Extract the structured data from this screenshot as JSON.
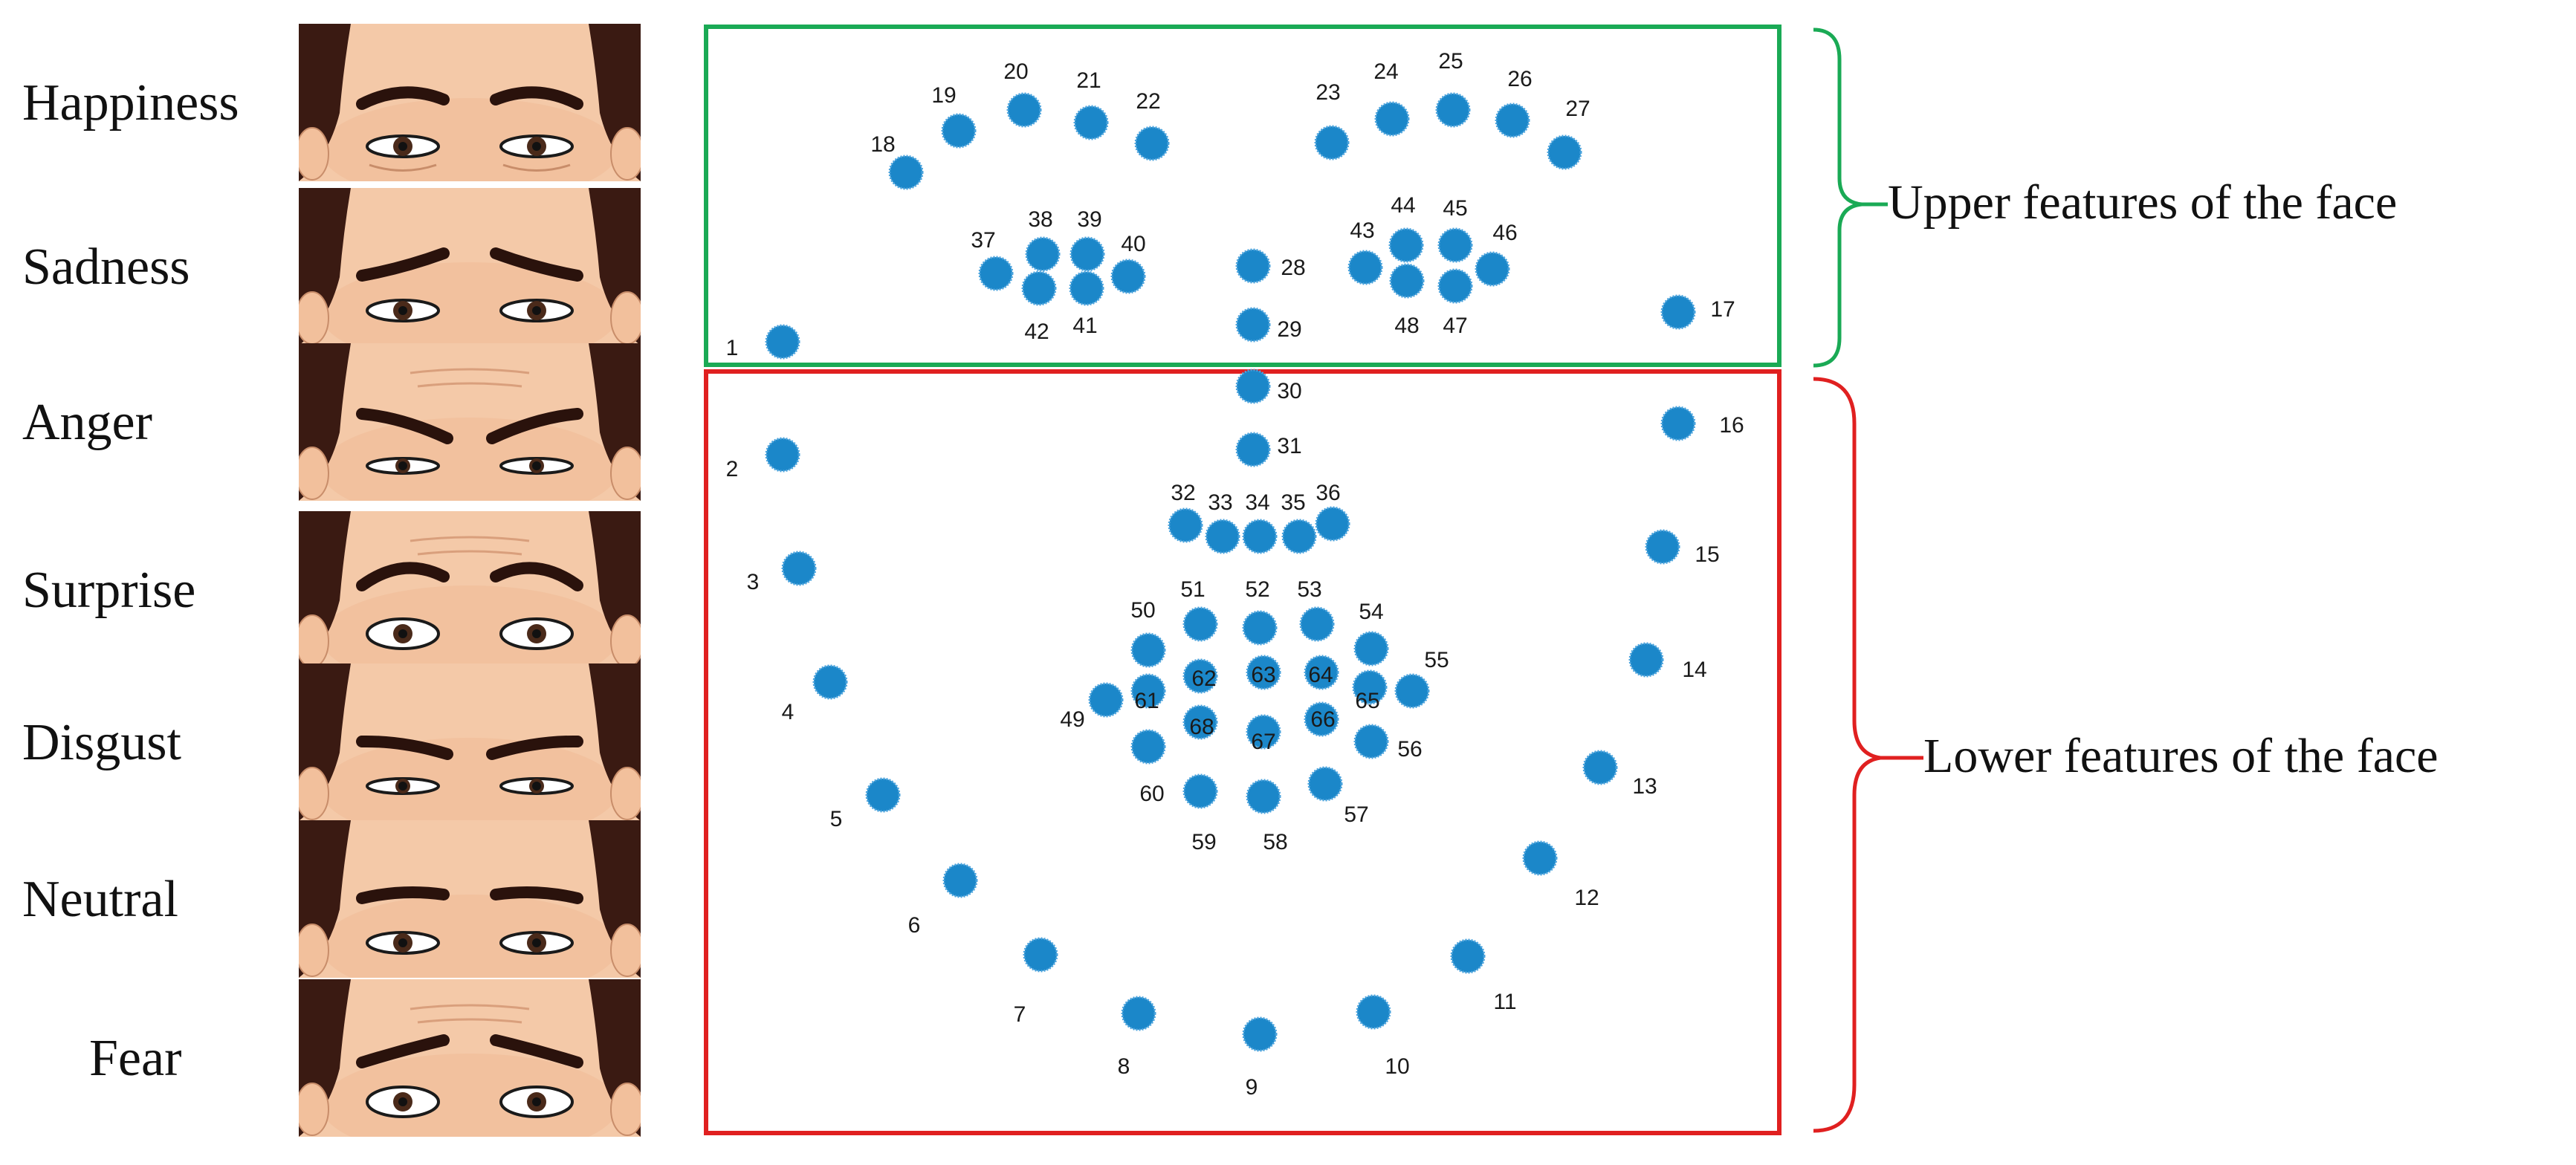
{
  "emotions": [
    {
      "label": "Happiness",
      "brow": "raised",
      "eye": "smile"
    },
    {
      "label": "Sadness",
      "brow": "sad",
      "eye": "normal"
    },
    {
      "label": "Anger",
      "brow": "angry",
      "eye": "narrow"
    },
    {
      "label": "Surprise",
      "brow": "high",
      "eye": "wide"
    },
    {
      "label": "Disgust",
      "brow": "furrow",
      "eye": "narrow"
    },
    {
      "label": "Neutral",
      "brow": "flat",
      "eye": "normal"
    },
    {
      "label": "Fear",
      "brow": "worried",
      "eye": "wide"
    }
  ],
  "regions": {
    "upper": {
      "label": "Upper features of the face",
      "color": "#1aaa55"
    },
    "lower": {
      "label": "Lower features of the face",
      "color": "#e02020"
    }
  },
  "colors": {
    "landmark": "#1b87c9",
    "skin": "#f4c9a8",
    "hair": "#3a1a12",
    "brow": "#2a120c"
  },
  "landmarks": [
    "1",
    "2",
    "3",
    "4",
    "5",
    "6",
    "7",
    "8",
    "9",
    "10",
    "11",
    "12",
    "13",
    "14",
    "15",
    "16",
    "17",
    "18",
    "19",
    "20",
    "21",
    "22",
    "23",
    "24",
    "25",
    "26",
    "27",
    "28",
    "29",
    "30",
    "31",
    "32",
    "33",
    "34",
    "35",
    "36",
    "37",
    "38",
    "39",
    "40",
    "41",
    "42",
    "43",
    "44",
    "45",
    "46",
    "47",
    "48",
    "49",
    "50",
    "51",
    "52",
    "53",
    "54",
    "55",
    "56",
    "57",
    "58",
    "59",
    "60",
    "61",
    "62",
    "63",
    "64",
    "65",
    "66",
    "67",
    "68"
  ]
}
